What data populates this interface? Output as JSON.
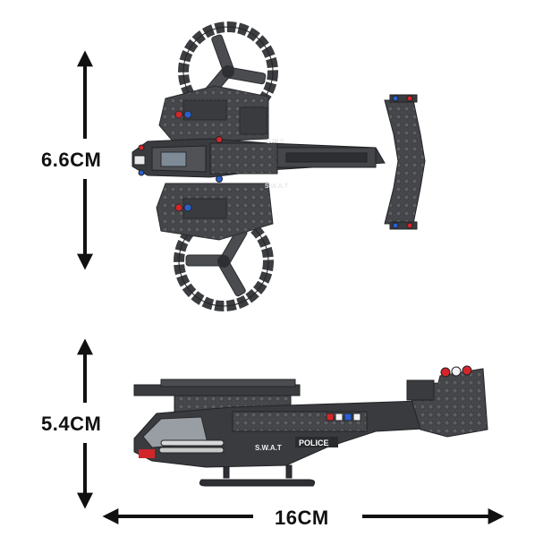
{
  "dimensions": {
    "top_height": "6.6CM",
    "side_height": "5.4CM",
    "length": "16CM"
  },
  "decals": {
    "top_upper": "S.W.S",
    "top_lower": "S.W.A.T",
    "side_swat": "S.W.A.T",
    "side_police": "POLICE"
  },
  "colors": {
    "brick_dark": "#3a3b3e",
    "brick_mid": "#505256",
    "brick_light": "#6a6c70",
    "arrow": "#111111",
    "light_red": "#d2262a",
    "light_blue": "#2a5fd0"
  }
}
